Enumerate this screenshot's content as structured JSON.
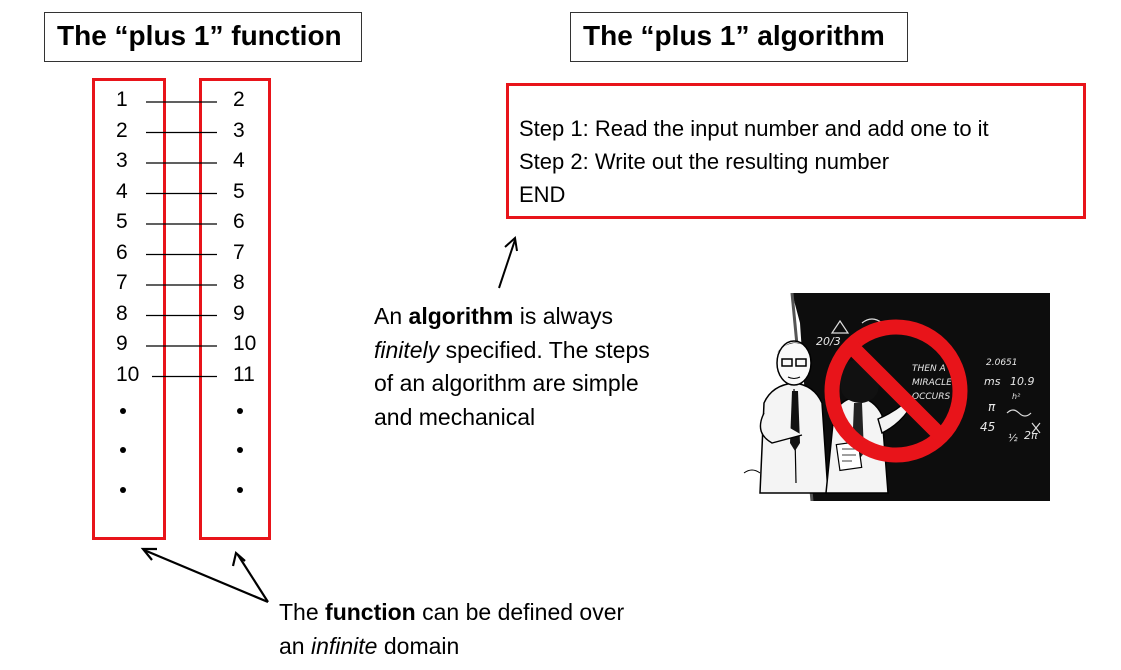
{
  "titles": {
    "function": "The “plus 1” function",
    "algorithm": "The “plus 1” algorithm"
  },
  "mapping": {
    "inputs": [
      "1",
      "2",
      "3",
      "4",
      "5",
      "6",
      "7",
      "8",
      "9",
      "10"
    ],
    "outputs": [
      "2",
      "3",
      "4",
      "5",
      "6",
      "7",
      "8",
      "9",
      "10",
      "11"
    ]
  },
  "algorithm_steps": [
    "Step 1: Read the input number and add one to it",
    "Step 2: Write out the resulting number",
    "END"
  ],
  "algorithm_caption": {
    "p1": "An ",
    "bold": "algorithm",
    "p2": " is always ",
    "italic": "finitely",
    "p3": " specified. The steps of an algorithm are simple and mechanical"
  },
  "function_caption": {
    "p1": "The ",
    "bold": "function",
    "p2": " can be defined over an ",
    "italic": "infinite",
    "p3": " domain"
  },
  "cartoon": {
    "board_text_1": "THEN A",
    "board_text_2": "MIRACLE",
    "board_text_3": "OCCURS",
    "board_text_4": "2.0651",
    "board_text_5": "ms",
    "board_text_6": "10.9",
    "board_text_7": "h²",
    "board_text_8": "20/3",
    "board_text_9": "45",
    "board_text_10": "π",
    "board_text_11": "2π",
    "board_text_12": "½"
  },
  "icons": {
    "prohibited": "prohibited-sign-icon"
  },
  "colors": {
    "red": "#e8141a",
    "border": "#333333"
  }
}
